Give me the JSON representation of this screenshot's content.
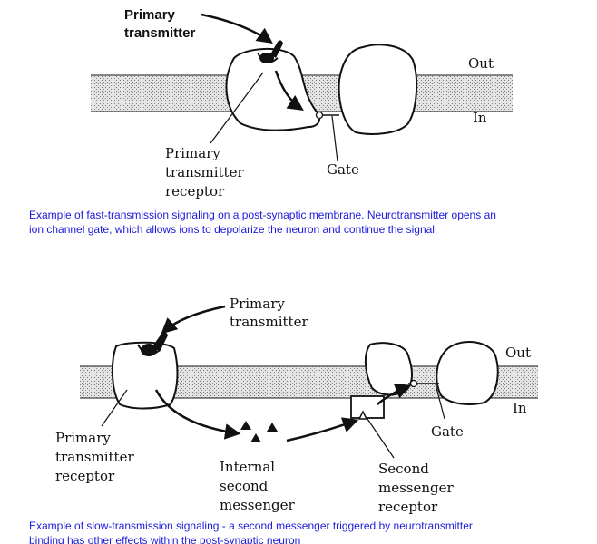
{
  "fast_panel": {
    "primary_transmitter": [
      "Primary",
      "transmitter"
    ],
    "receptor": [
      "Primary",
      "transmitter",
      "receptor"
    ],
    "gate": "Gate",
    "out": "Out",
    "in": "In",
    "caption": "Example of fast-transmission signaling on a post-synaptic membrane. Neurotransmitter opens an ion channel gate, which allows ions to depolarize the neuron and continue the signal"
  },
  "slow_panel": {
    "primary_transmitter": [
      "Primary",
      "transmitter"
    ],
    "receptor": [
      "Primary",
      "transmitter",
      "receptor"
    ],
    "internal_messenger": [
      "Internal",
      "second",
      "messenger"
    ],
    "messenger_receptor": [
      "Second",
      "messenger",
      "receptor"
    ],
    "gate": "Gate",
    "out": "Out",
    "in": "In",
    "caption": "Example of slow-transmission signaling - a second messenger triggered by neurotransmitter binding has other effects within the post-synaptic neuron"
  },
  "colors": {
    "caption": "#1a1adc",
    "ink": "#111111"
  }
}
